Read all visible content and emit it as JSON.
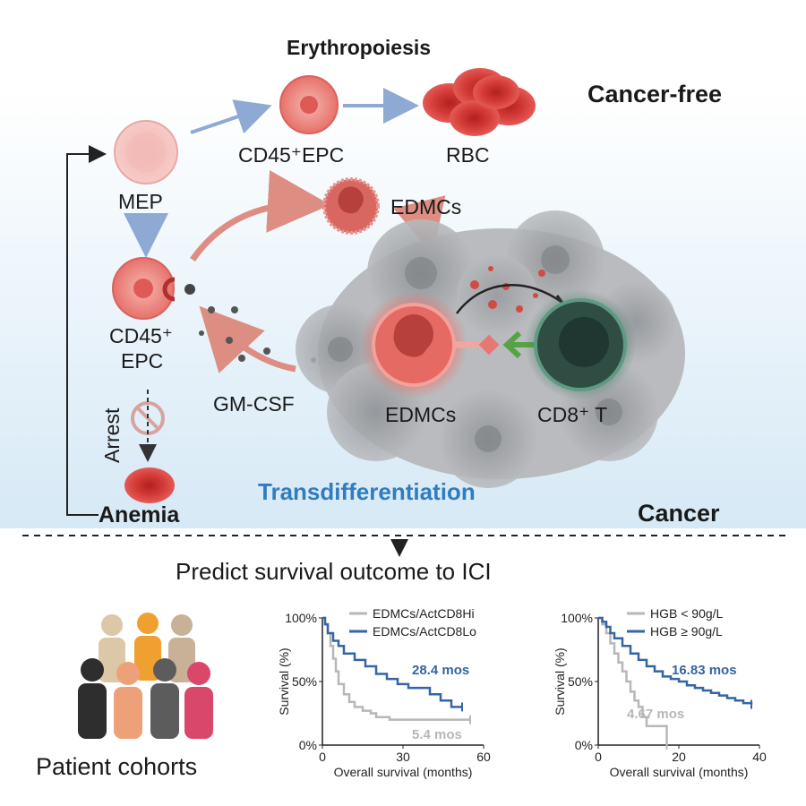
{
  "labels": {
    "erythropoiesis": "Erythropoiesis",
    "cancer_free": "Cancer-free",
    "cd45_epc_top": "CD45⁺EPC",
    "rbc": "RBC",
    "mep": "MEP",
    "edmcs_top": "EDMCs",
    "cd45_line1": "CD45⁺",
    "cd45_line2": "EPC",
    "arrest": "Arrest",
    "gm_csf": "GM-CSF",
    "edmcs_tumor": "EDMCs",
    "cd8_t": "CD8⁺ T",
    "transdifferentiation": "Transdifferentiation",
    "anemia": "Anemia",
    "cancer": "Cancer",
    "predict": "Predict survival outcome to ICI",
    "patient_cohorts": "Patient cohorts"
  },
  "colors": {
    "background_gradient_top": "#ffffff",
    "background_gradient_bottom": "#d6e9f6",
    "transdifferentiation_text": "#2f7dbf",
    "series_blue": "#3465a4",
    "series_gray": "#b7b7b7",
    "cell_pink": "#e9726c",
    "tumor_gray": "#a8aaad",
    "tcell_green": "#2f4d43"
  },
  "icons": [
    "arrest-icon",
    "people-icon"
  ],
  "chart_data": [
    {
      "type": "line",
      "step": true,
      "title": "",
      "xlabel": "Overall survival (months)",
      "ylabel": "Survival (%)",
      "xlim": [
        0,
        60
      ],
      "ylim": [
        0,
        100
      ],
      "xticks": [
        0,
        30,
        60
      ],
      "yticks": [
        "0%",
        "50%",
        "100%"
      ],
      "legend_position": "top-right",
      "series": [
        {
          "name": "EDMCs/ActCD8Hi",
          "color": "#b7b7b7",
          "x": [
            0,
            1,
            2,
            3,
            4,
            5,
            6,
            8,
            10,
            12,
            15,
            18,
            20,
            25,
            30,
            40,
            50,
            55
          ],
          "y": [
            100,
            95,
            88,
            78,
            68,
            58,
            48,
            40,
            34,
            30,
            27,
            25,
            22,
            20,
            20,
            20,
            20,
            20
          ],
          "annotation": "5.4 mos"
        },
        {
          "name": "EDMCs/ActCD8Lo",
          "color": "#3465a4",
          "x": [
            0,
            1,
            2,
            4,
            6,
            8,
            12,
            16,
            20,
            24,
            28,
            32,
            36,
            40,
            44,
            48,
            52
          ],
          "y": [
            100,
            95,
            88,
            82,
            78,
            72,
            67,
            62,
            56,
            52,
            48,
            45,
            45,
            40,
            35,
            30,
            30
          ],
          "annotation": "28.4 mos"
        }
      ]
    },
    {
      "type": "line",
      "step": true,
      "title": "",
      "xlabel": "Overall survival (months)",
      "ylabel": "Survival (%)",
      "xlim": [
        0,
        40
      ],
      "ylim": [
        0,
        100
      ],
      "xticks": [
        0,
        20,
        40
      ],
      "yticks": [
        "0%",
        "50%",
        "100%"
      ],
      "legend_position": "top-right",
      "series": [
        {
          "name": "HGB < 90g/L",
          "color": "#b7b7b7",
          "x": [
            0,
            1,
            2,
            3,
            4,
            5,
            6,
            7,
            8,
            9,
            10,
            11,
            12,
            14,
            17
          ],
          "y": [
            100,
            95,
            88,
            80,
            72,
            65,
            58,
            50,
            42,
            35,
            30,
            22,
            15,
            15,
            0
          ],
          "annotation": "4.67 mos"
        },
        {
          "name": "HGB ≥ 90g/L",
          "color": "#3465a4",
          "x": [
            0,
            1,
            2,
            3,
            4,
            6,
            8,
            10,
            12,
            14,
            16,
            18,
            20,
            22,
            24,
            26,
            28,
            30,
            32,
            34,
            36,
            38
          ],
          "y": [
            100,
            97,
            93,
            88,
            84,
            78,
            72,
            67,
            62,
            58,
            54,
            52,
            50,
            47,
            45,
            43,
            41,
            39,
            37,
            35,
            33,
            32
          ],
          "annotation": "16.83 mos"
        }
      ]
    }
  ]
}
